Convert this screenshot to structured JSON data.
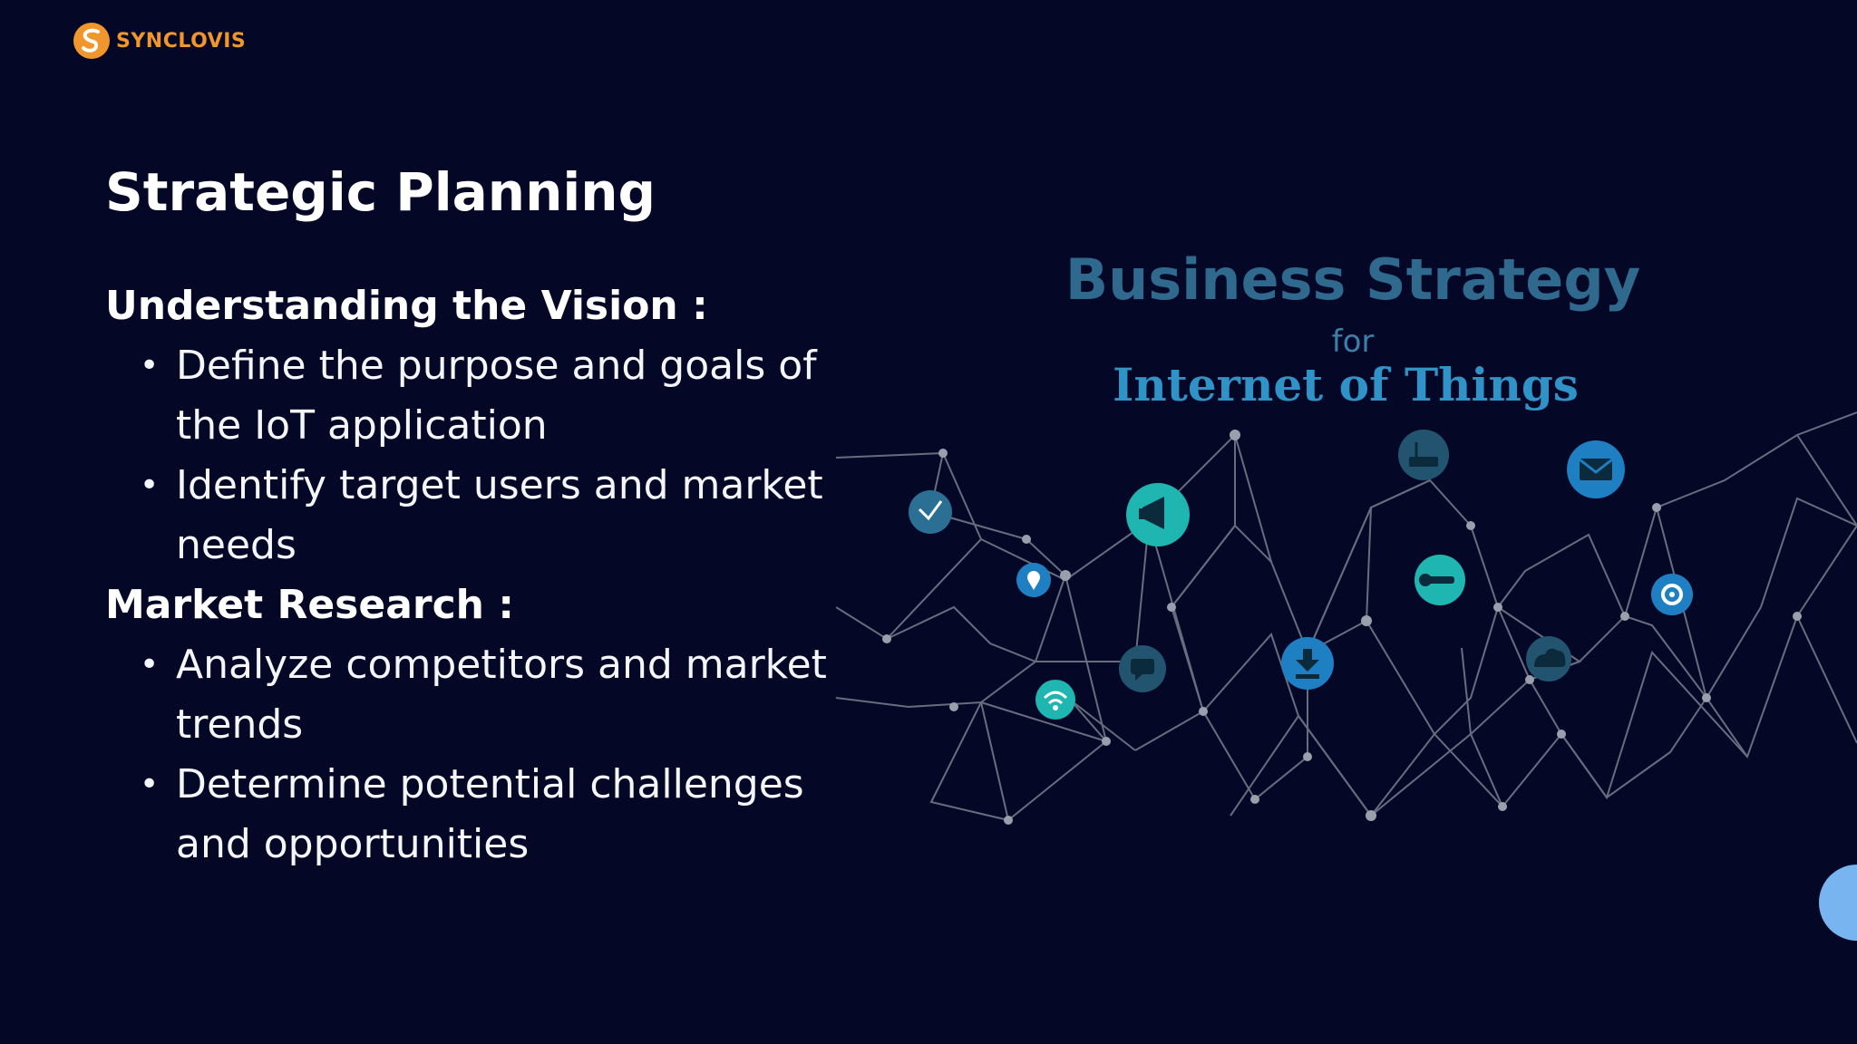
{
  "brand": {
    "name": "SYNCLOVIS",
    "color": "#f0962c",
    "icon": "synclovis-logo-icon"
  },
  "slide": {
    "title": "Strategic Planning",
    "sections": [
      {
        "heading": "Understanding the Vision :",
        "bullets": [
          "Define the purpose and goals of the IoT application",
          "Identify target users and market needs"
        ]
      },
      {
        "heading": "Market Research :",
        "bullets": [
          "Analyze competitors and market trends",
          "Determine potential challenges and opportunities"
        ]
      }
    ]
  },
  "illustration": {
    "title": "Business Strategy",
    "connector": "for",
    "subtitle": "Internet of Things",
    "icons": [
      "route-icon",
      "location-pin-icon",
      "wifi-icon",
      "megaphone-icon",
      "chat-icon",
      "download-icon",
      "router-icon",
      "wrench-icon",
      "cloud-signal-icon",
      "mail-icon",
      "gear-icon"
    ]
  },
  "colors": {
    "background": "#040826",
    "accent": "#78b5f0"
  }
}
